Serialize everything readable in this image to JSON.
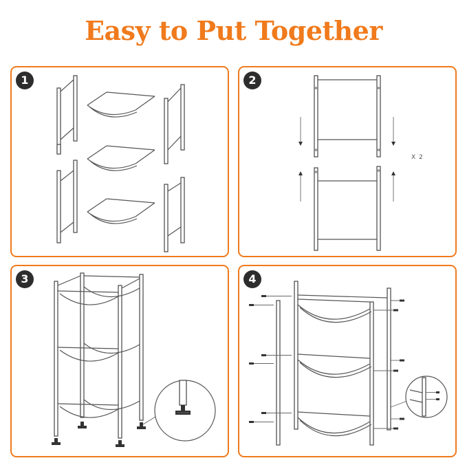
{
  "title": "Easy to Put Together",
  "colors": {
    "accent": "#f07a1c",
    "badge": "#2d2d2d"
  },
  "steps": [
    {
      "number": "1"
    },
    {
      "number": "2",
      "multiplier": "X 2"
    },
    {
      "number": "3"
    },
    {
      "number": "4"
    }
  ]
}
